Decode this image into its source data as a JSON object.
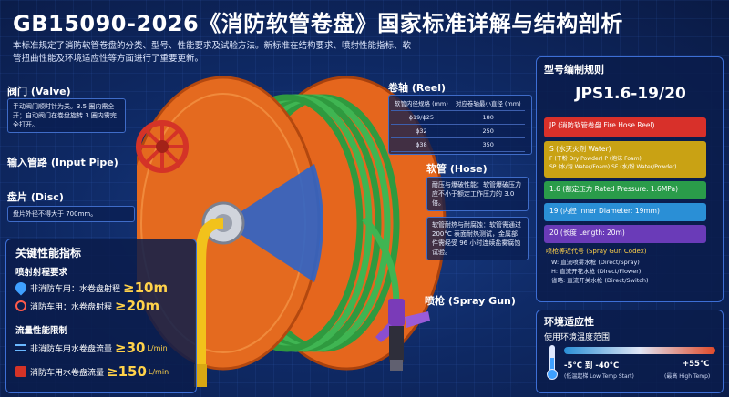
{
  "header": {
    "title": "GB15090-2026《消防软管卷盘》国家标准详解与结构剖析",
    "intro": "本标准规定了消防软管卷盘的分类、型号、性能要求及试验方法。新标准在结构要求、喷射性能指标、软管扭曲性能及环境适应性等方面进行了重要更新。"
  },
  "labels": {
    "valve": {
      "title": "阀门 (Valve)",
      "note": "手动阀门顺时针为关。3.5 圈内需全开；自动阀门在卷盘旋转 3 圈内需完全打开。"
    },
    "input_pipe": {
      "title": "输入管路 (Input Pipe)"
    },
    "disc": {
      "title": "盘片 (Disc)",
      "note": "盘片外径不得大于 700mm。"
    },
    "reel": {
      "title": "卷轴 (Reel)"
    },
    "hose": {
      "title": "软管 (Hose)",
      "note1": "耐压与爆破性能：软管爆破压力应不小于额定工作压力的 3.0 倍。",
      "note2": "软管耐热与耐腐蚀：软管需通过 200°C 表面耐热测试，金属部件需经受 96 小时连续盐雾腐蚀试验。"
    },
    "spray_gun": {
      "title": "喷枪 (Spray Gun)"
    }
  },
  "reel_table": {
    "headers": [
      "软管内径规格 (mm)",
      "对应卷轴最小直径 (mm)"
    ],
    "rows": [
      [
        "ϕ19/ϕ25",
        "180"
      ],
      [
        "ϕ32",
        "250"
      ],
      [
        "ϕ38",
        "350"
      ]
    ]
  },
  "performance": {
    "title": "关键性能指标",
    "spray_title": "喷射射程要求",
    "spray_rows": [
      {
        "label": "非消防车用：水卷盘射程",
        "sym": "≥",
        "value": "10m",
        "unit": ""
      },
      {
        "label": "消防车用：水卷盘射程",
        "sym": "≥",
        "value": "20m",
        "unit": ""
      }
    ],
    "flow_title": "流量性能限制",
    "flow_rows": [
      {
        "label": "非消防车用水卷盘流量",
        "sym": "≥",
        "value": "30",
        "unit": "L/min"
      },
      {
        "label": "消防车用水卷盘流量",
        "sym": "≥",
        "value": "150",
        "unit": "L/min"
      }
    ]
  },
  "model": {
    "title": "型号编制规则",
    "code": "JPS1.6-19/20",
    "bands": [
      {
        "text": "JP (消防软管卷盘 Fire Hose Reel)",
        "color": "#d8302a"
      },
      {
        "text": "S (水灭火剂 Water)",
        "sub1": "F (干粉 Dry Powder)     P (泡沫 Foam)",
        "sub2": "SP (水/泡 Water/Foam)  SF (水/粉 Water/Powder)",
        "color": "#e0b81c"
      },
      {
        "text": "1.6 (额定压力 Rated Pressure: 1.6MPa)",
        "color": "#2a9c4a"
      },
      {
        "text": "19 (内径 Inner Diameter: 19mm)",
        "color": "#2a8fd6"
      },
      {
        "text": "20 (长度 Length: 20m)",
        "color": "#6a3bb8"
      }
    ],
    "gun_codes": {
      "title": "喷枪等近代号 (Spray Gun Codex)",
      "lines": [
        "W:  直流喷雾水枪 (Direct/Spray)",
        "H:  直流开花水枪 (Direct/Flower)",
        "省略:  直流开关水枪 (Direct/Switch)"
      ]
    }
  },
  "env": {
    "title": "环境适应性",
    "subtitle": "使用环境温度范围",
    "low": "-5°C 到 -40°C",
    "low_note": "(低温起梯 Low Temp Start)",
    "high": "+55°C",
    "high_note": "(最高 High Temp)"
  }
}
